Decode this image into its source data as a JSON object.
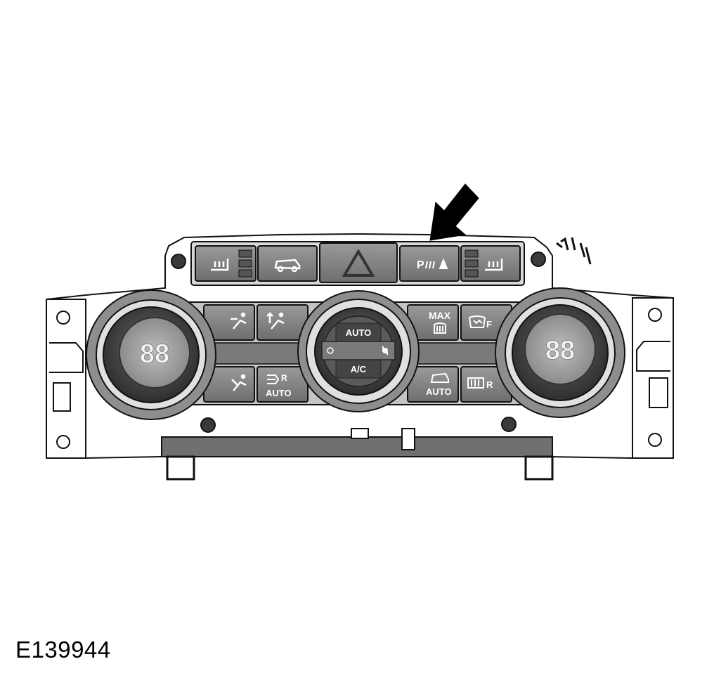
{
  "figure_id": "E139944",
  "controls": {
    "hazard": {
      "icon": "hazard-warning-icon"
    },
    "top_row": [
      {
        "id": "heated-seat-left",
        "icon": "heated-seat-icon"
      },
      {
        "id": "vehicle-mode",
        "icon": "vehicle-icon"
      },
      {
        "id": "hazard",
        "icon": "hazard-warning-icon"
      },
      {
        "id": "parking-aid",
        "icon": "parking-aid-icon",
        "label": "P"
      },
      {
        "id": "heated-seat-right",
        "icon": "heated-seat-icon"
      }
    ],
    "center_knob": {
      "top_label": "AUTO",
      "bottom_label": "A/C"
    },
    "left_display": {
      "value": "88"
    },
    "right_display": {
      "value": "88"
    },
    "max_label": "MAX",
    "front_label": "F",
    "rear_label": "R",
    "auto_label": "AUTO"
  },
  "callout": {
    "icon": "callout-arrow-icon"
  }
}
